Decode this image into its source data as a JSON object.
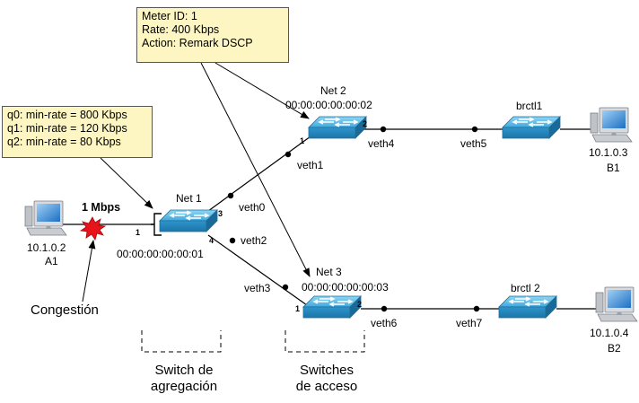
{
  "notes": {
    "meter": [
      "Meter ID: 1",
      "Rate: 400 Kbps",
      "Action: Remark DSCP"
    ],
    "queues": [
      "q0: min-rate = 800 Kbps",
      "q1: min-rate = 120 Kbps",
      "q2: min-rate = 80 Kbps"
    ]
  },
  "switches": {
    "net1": {
      "name": "Net 1",
      "mac": "00:00:00:00:00:01"
    },
    "net2": {
      "name": "Net 2",
      "mac": "00:00:00:00:00:02"
    },
    "net3": {
      "name": "Net 3",
      "mac": "00:00:00:00:00:03"
    },
    "brctl1": {
      "name": "brctl1"
    },
    "brctl2": {
      "name": "brctl 2"
    }
  },
  "hosts": {
    "a1": {
      "ip": "10.1.0.2",
      "name": "A1"
    },
    "b1": {
      "ip": "10.1.0.3",
      "name": "B1"
    },
    "b2": {
      "ip": "10.1.0.4",
      "name": "B2"
    }
  },
  "interfaces": {
    "veth0": "veth0",
    "veth1": "veth1",
    "veth2": "veth2",
    "veth3": "veth3",
    "veth4": "veth4",
    "veth5": "veth5",
    "veth6": "veth6",
    "veth7": "veth7"
  },
  "ports": {
    "net1_p1": "1",
    "net1_p3": "3",
    "net1_p4": "4",
    "net2_p1": "1",
    "net2_p2": "2",
    "net3_p1": "1",
    "net3_p2": "2"
  },
  "link": {
    "rate": "1 Mbps"
  },
  "congestion": "Congestión",
  "groups": {
    "aggregation": [
      "Switch de",
      "agregación"
    ],
    "access": [
      "Switches",
      "de acceso"
    ]
  },
  "colors": {
    "note_bg": "#fdf6c3",
    "switch_blue": "#4fb3e0",
    "burst_red": "#e8141b"
  }
}
